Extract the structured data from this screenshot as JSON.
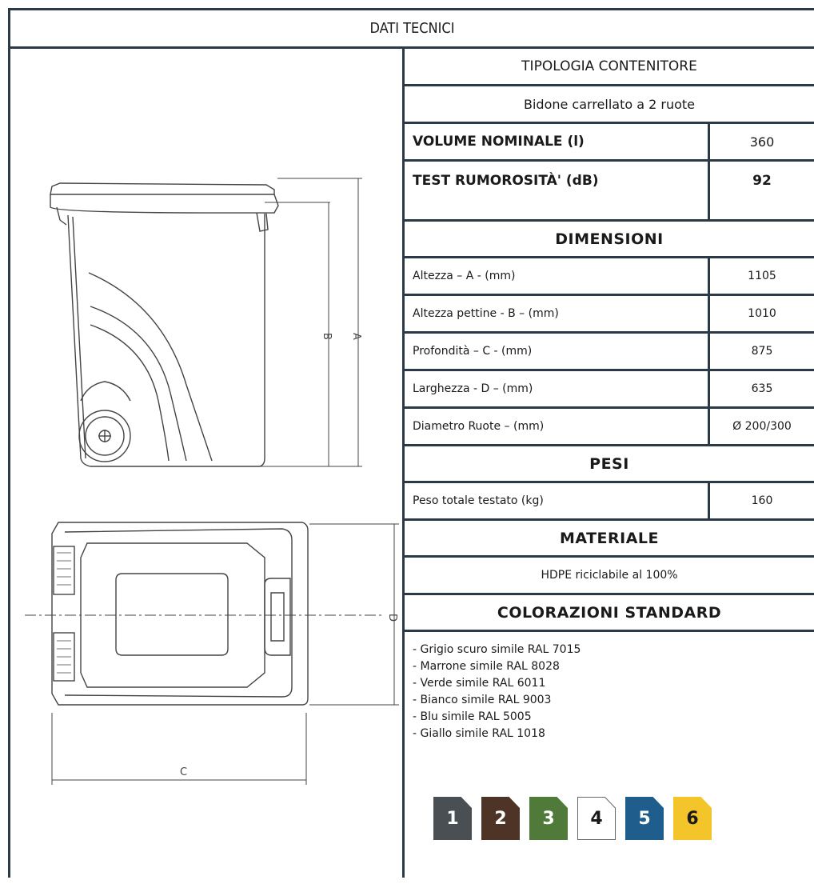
{
  "title": "DATI TECNICI",
  "tipologia_header": "TIPOLOGIA CONTENITORE",
  "tipologia_value": "Bidone carrellato a 2 ruote",
  "volume": {
    "label": "VOLUME NOMINALE (l)",
    "value": "360"
  },
  "rumorosita": {
    "label": "TEST RUMOROSITÀ' (dB)",
    "value": "92"
  },
  "dimensioni_header": "DIMENSIONI",
  "dimensioni": [
    {
      "label": "Altezza – A - (mm)",
      "value": "1105"
    },
    {
      "label": "Altezza pettine - B – (mm)",
      "value": "1010"
    },
    {
      "label": "Profondità – C - (mm)",
      "value": "875"
    },
    {
      "label": "Larghezza - D – (mm)",
      "value": "635"
    },
    {
      "label": "Diametro Ruote – (mm)",
      "value": "Ø 200/300"
    }
  ],
  "pesi_header": "PESI",
  "peso": {
    "label": "Peso totale testato (kg)",
    "value": "160"
  },
  "materiale_header": "MATERIALE",
  "materiale_value": "HDPE riciclabile al 100%",
  "colorazioni_header": "COLORAZIONI STANDARD",
  "colorazioni": [
    "- Grigio scuro simile RAL 7015",
    "- Marrone simile RAL 8028",
    "- Verde simile RAL 6011",
    "- Bianco simile RAL 9003",
    "- Blu simile RAL 5005",
    "- Giallo simile RAL 1018"
  ],
  "swatches": [
    {
      "label": "1",
      "color": "#4a4f53"
    },
    {
      "label": "2",
      "color": "#4e3426"
    },
    {
      "label": "3",
      "color": "#4f7a3a"
    },
    {
      "label": "4",
      "color": "#ffffff"
    },
    {
      "label": "5",
      "color": "#1f5d8c"
    },
    {
      "label": "6",
      "color": "#f4c52a"
    }
  ],
  "drawing_labels": {
    "a": "A",
    "b": "B",
    "c": "C",
    "d": "D"
  }
}
